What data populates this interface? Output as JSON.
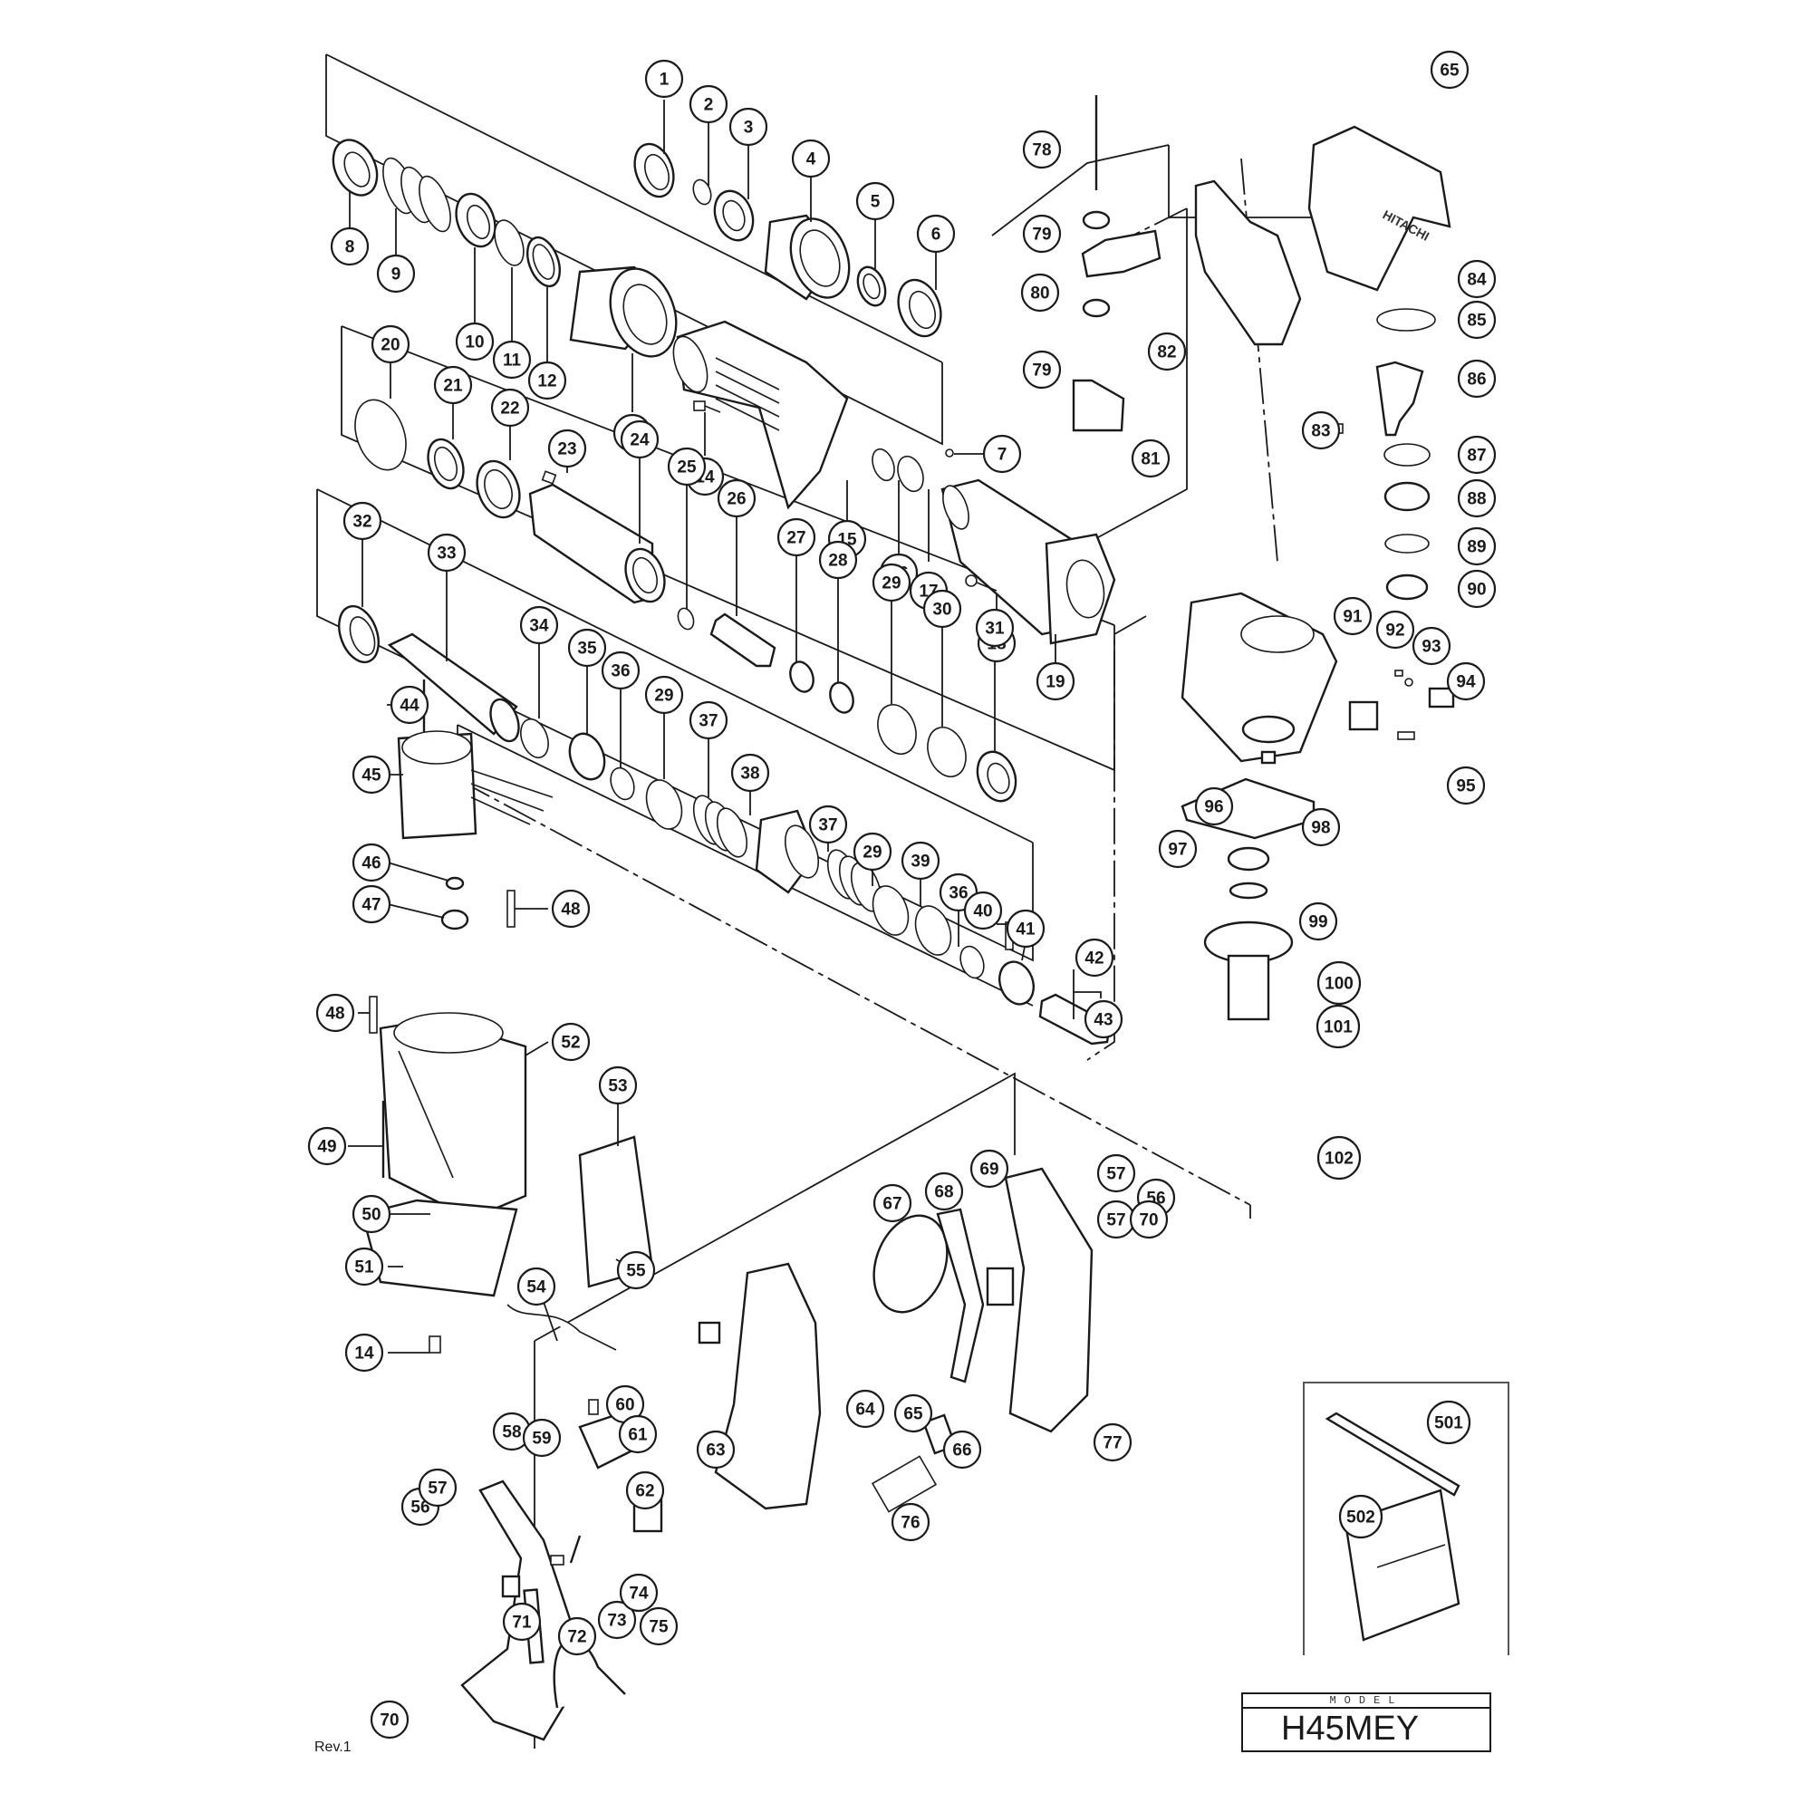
{
  "document": {
    "type": "exploded parts diagram",
    "model_label": "MODEL",
    "model": "H45MEY",
    "revision": "Rev.1",
    "brand_marking": "HITACHI"
  },
  "parts": {
    "front_group": [
      "1",
      "2",
      "3",
      "4",
      "5",
      "6",
      "8",
      "9",
      "10",
      "11",
      "12",
      "13"
    ],
    "barrel_group": [
      "7",
      "14",
      "15",
      "16",
      "17",
      "18",
      "19"
    ],
    "spindle_group": [
      "20",
      "21",
      "22",
      "23",
      "24",
      "25",
      "26",
      "27",
      "28",
      "29",
      "30",
      "31"
    ],
    "cylinder_group": [
      "32",
      "33",
      "34",
      "35",
      "36",
      "29",
      "37",
      "38",
      "37",
      "29",
      "39",
      "36",
      "40",
      "41",
      "42",
      "43"
    ],
    "side_handle": [
      "78",
      "79",
      "80",
      "79",
      "81",
      "82"
    ],
    "crank_group": [
      "65",
      "84",
      "85",
      "86",
      "83",
      "87",
      "88",
      "89",
      "90",
      "91",
      "92",
      "93",
      "94",
      "95",
      "96",
      "97",
      "98",
      "99",
      "100",
      "101",
      "102"
    ],
    "stator_group": [
      "44",
      "45",
      "46",
      "47",
      "48",
      "48",
      "49",
      "50",
      "51",
      "52",
      "53",
      "54",
      "55",
      "14"
    ],
    "handle_group": [
      "56",
      "57",
      "57",
      "58",
      "59",
      "60",
      "61",
      "62",
      "63",
      "64",
      "65",
      "66",
      "67",
      "68",
      "69",
      "70",
      "70",
      "71",
      "72",
      "73",
      "74",
      "75",
      "76",
      "77",
      "56",
      "57"
    ],
    "accessories": [
      "501",
      "502"
    ]
  }
}
